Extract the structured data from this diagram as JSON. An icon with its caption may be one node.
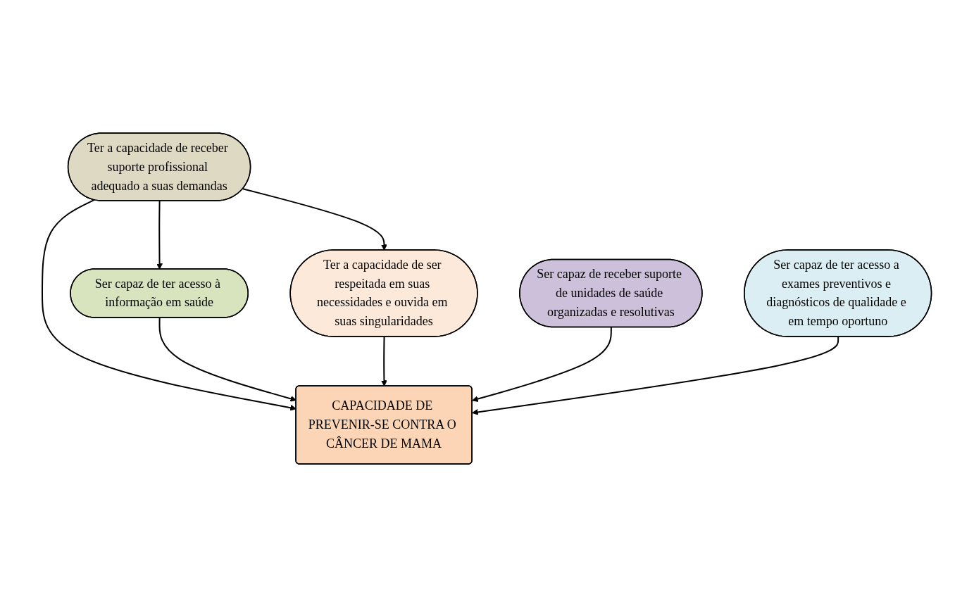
{
  "diagram": {
    "nodes": [
      {
        "text": [
          "Ter a capacidade de receber suporte profissional adequado a suas demandas"
        ]
      },
      {
        "text": [
          "Ser capaz de ter acesso à informação em saúde"
        ]
      },
      {
        "text": [
          "Ter a capacidade de ser respeitada em suas necessidades e ouvida em suas singularidades"
        ]
      },
      {
        "text": [
          "CAPACIDADE DE PREVENIR-SE CONTRA O CÂNCER DE MAMA"
        ]
      },
      {
        "text": [
          "Ser capaz de receber suporte de unidades de saúde organizadas e resolutivas"
        ]
      },
      {
        "text": [
          "Ser capaz de ter acesso a exames preventivos e diagnósticos de qualidade e em tempo oportuno"
        ]
      }
    ],
    "edges": [
      {
        "from": 0,
        "to": 1,
        "arrow": "to"
      },
      {
        "from": 0,
        "to": 2,
        "arrow": "to"
      },
      {
        "from": 0,
        "to": 3,
        "arrow": "to"
      },
      {
        "from": 1,
        "to": 3,
        "arrow": "to"
      },
      {
        "from": 2,
        "to": 3,
        "arrow": "to"
      },
      {
        "from": 4,
        "to": 3,
        "arrow": "to"
      },
      {
        "from": 5,
        "to": 3,
        "arrow": "to"
      }
    ]
  }
}
